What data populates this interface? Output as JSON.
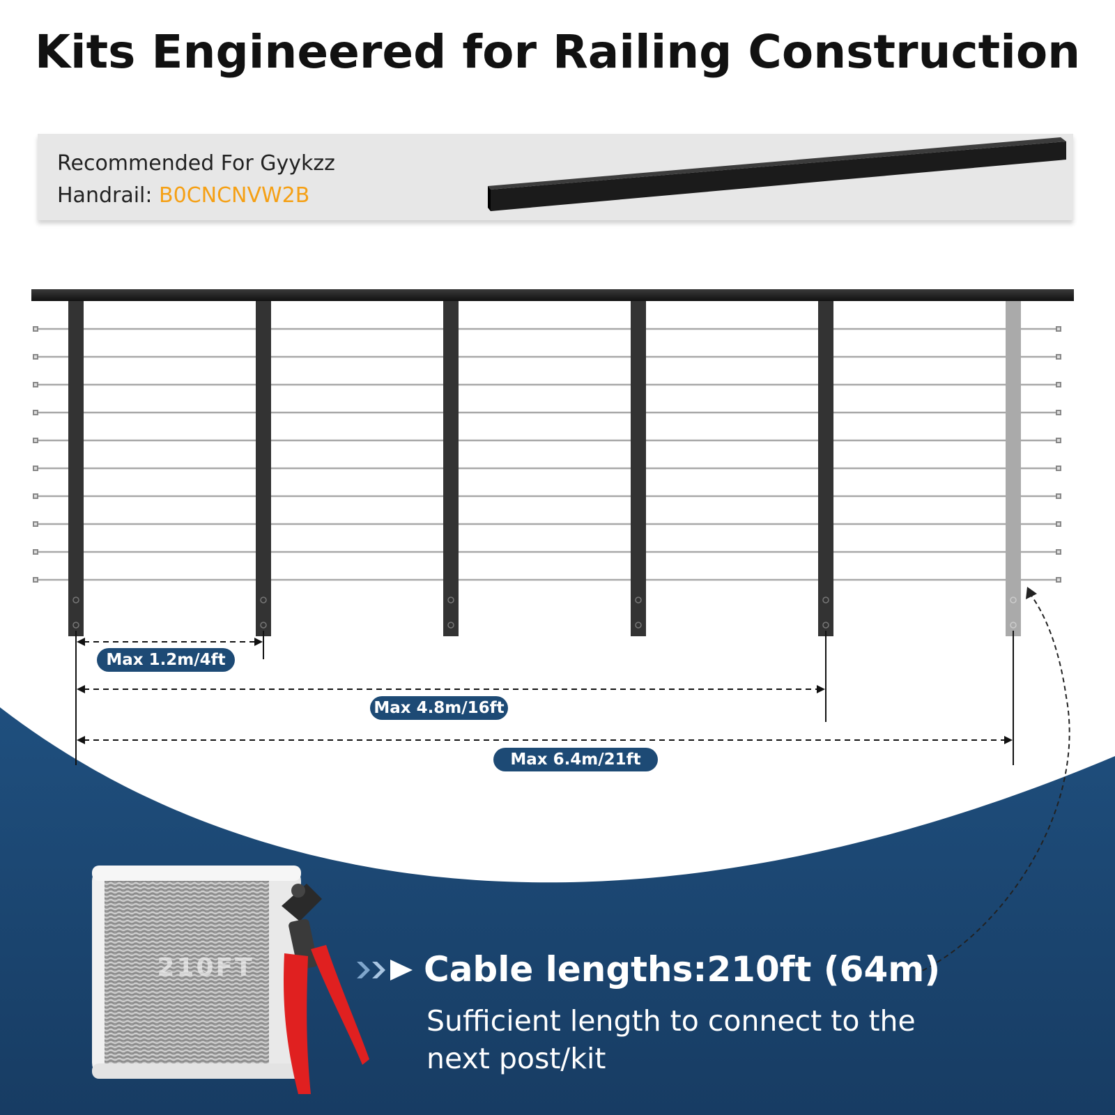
{
  "title": "Kits Engineered for Railing Construction",
  "recommendation": {
    "line1": "Recommended For Gyykzz",
    "line2_prefix": "Handrail: ",
    "code": "B0CNCNVW2B"
  },
  "dimensions": [
    {
      "label": "Max 1.2m/4ft"
    },
    {
      "label": "Max 4.8m/16ft"
    },
    {
      "label": "Max 6.4m/21ft"
    }
  ],
  "cable": {
    "heading": "Cable lengths:210ft (64m)",
    "description": "Sufficient length to connect to the next post/kit",
    "spool_label": "210FT"
  },
  "colors": {
    "accent_orange": "#f5a015",
    "navy": "#1d4a75",
    "post": "#333333",
    "ghost_post": "#aaaaaa",
    "cutter_handle": "#e02020"
  },
  "icons": [
    "handrail-bar-icon",
    "cable-spool-icon",
    "cable-cutter-icon",
    "arrow-chevrons-icon"
  ]
}
